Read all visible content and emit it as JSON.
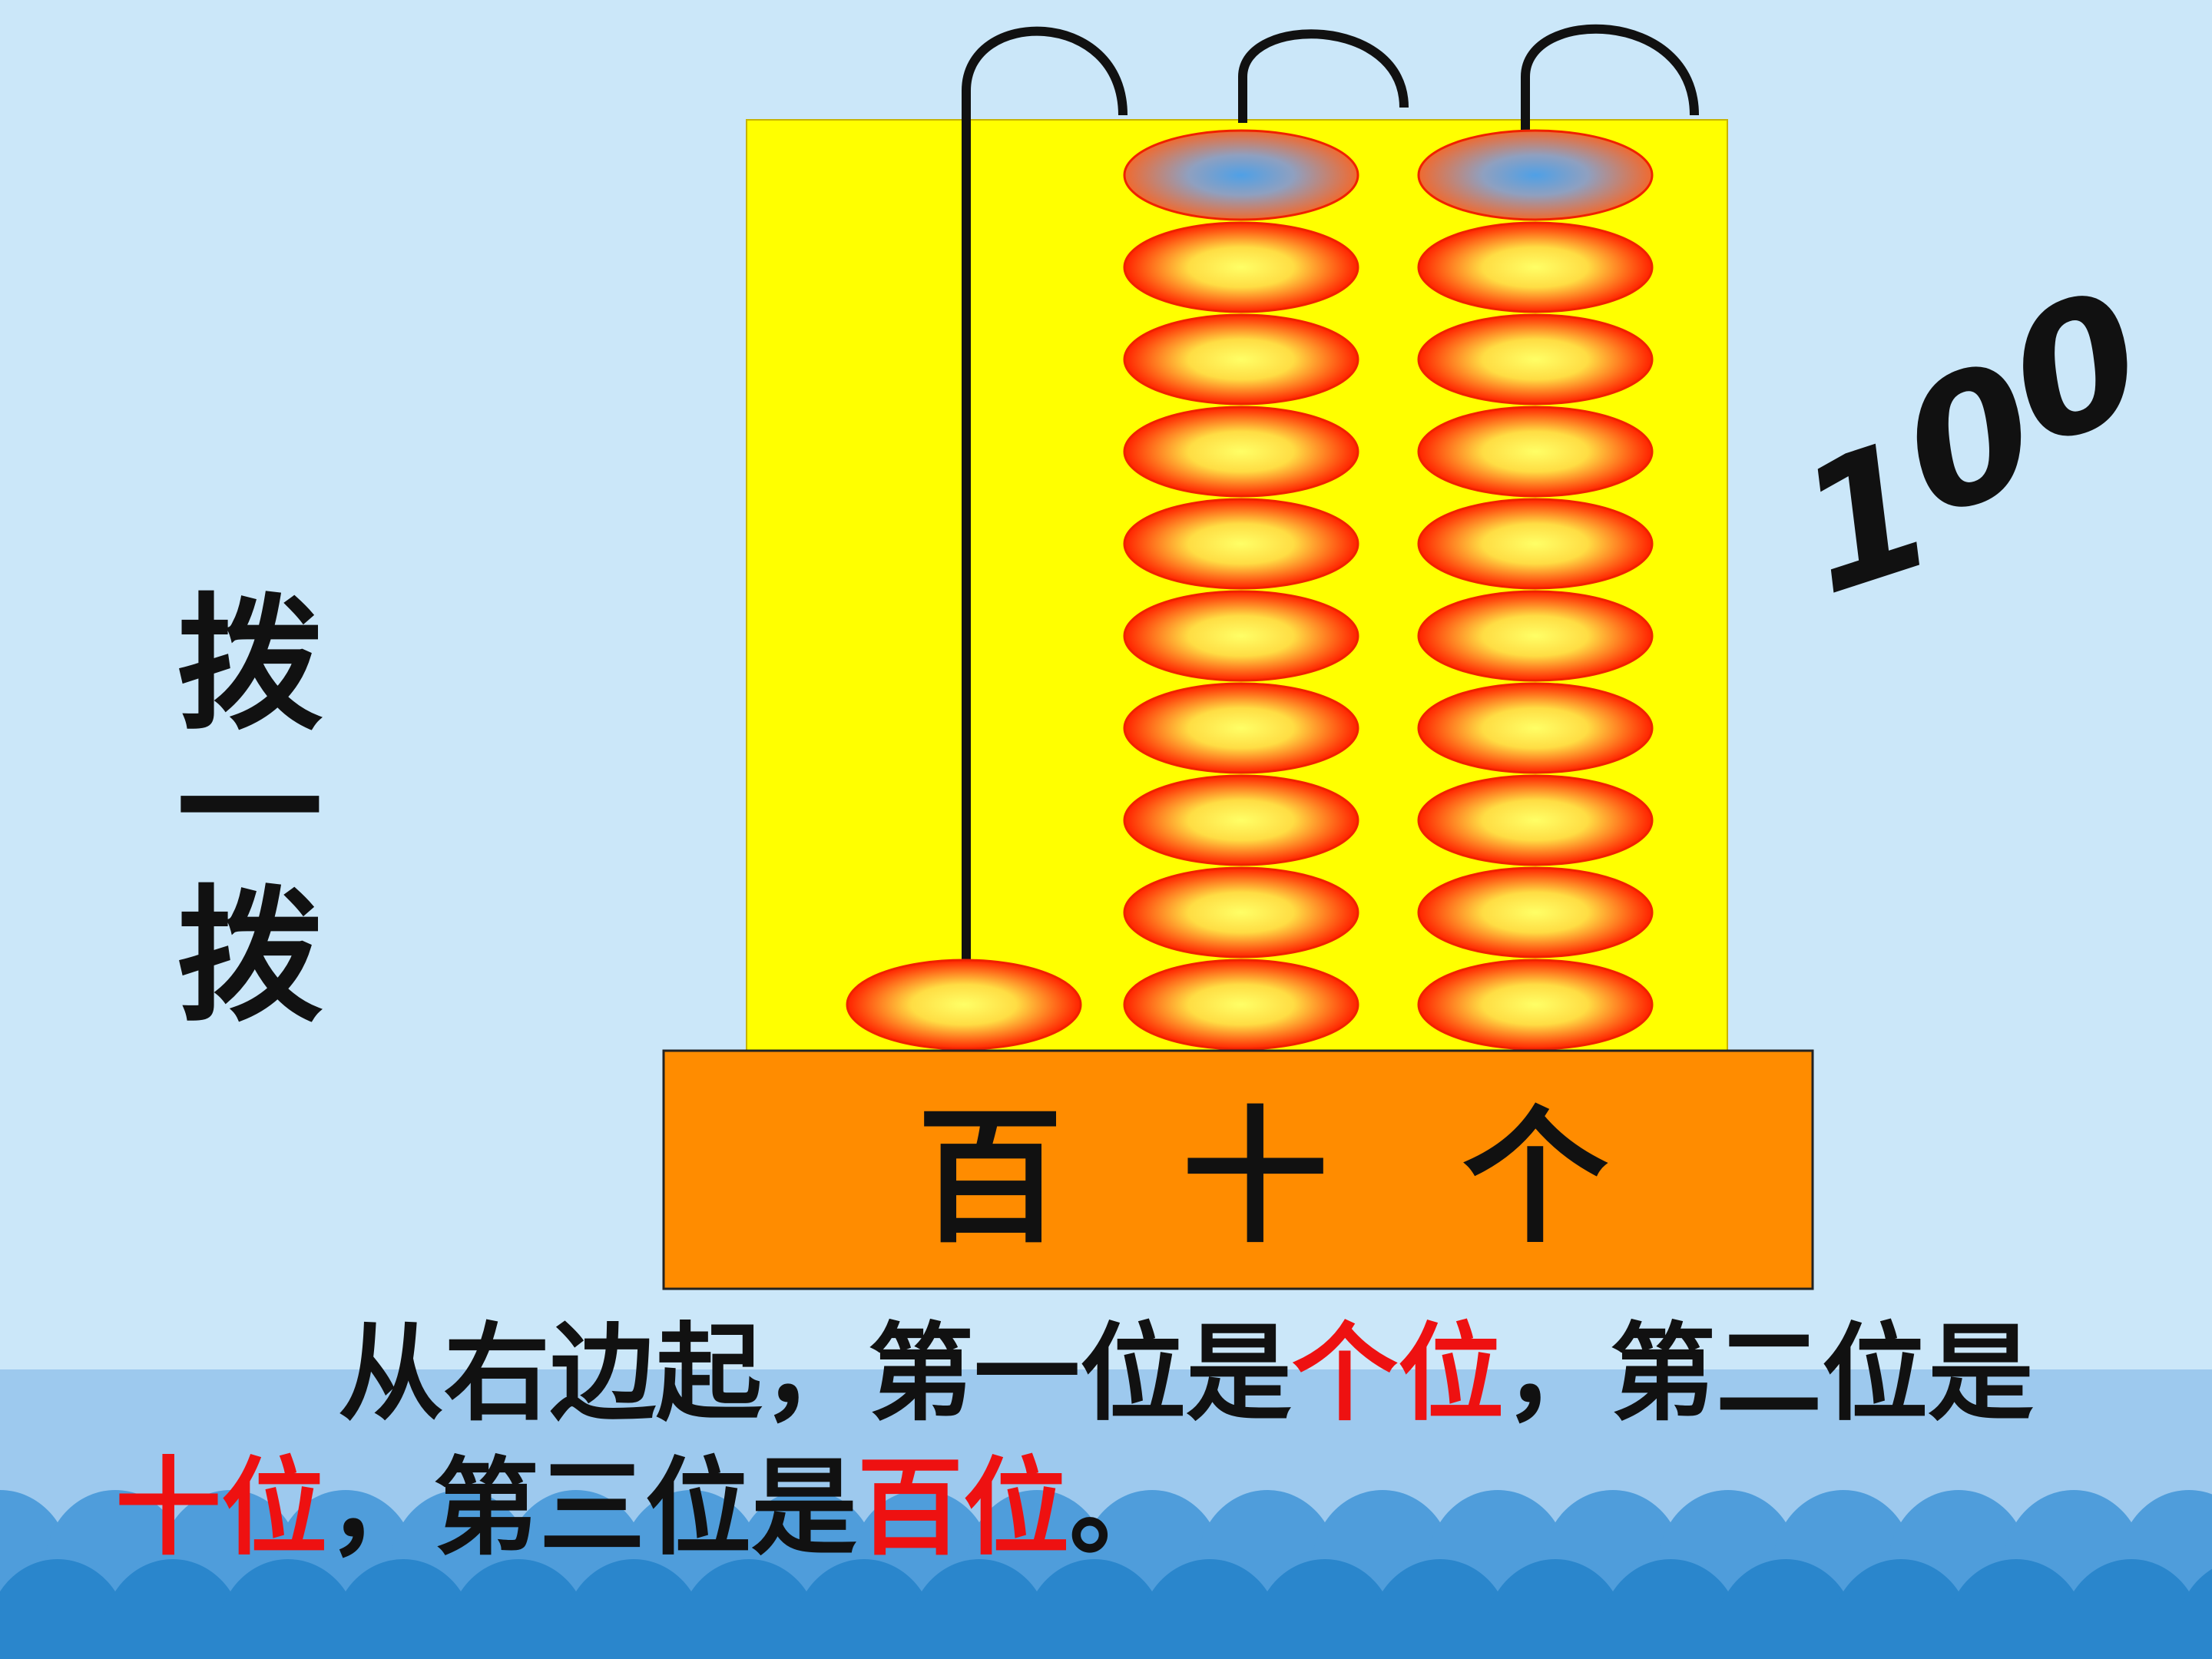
{
  "title": {
    "char1": "拨",
    "char2": "一",
    "char3": "拨"
  },
  "number": {
    "d1": "1",
    "d2": "0",
    "d3": "0"
  },
  "places": {
    "hundreds": "百",
    "tens": "十",
    "ones": "个"
  },
  "abacus": {
    "rods": [
      {
        "name": "hundreds",
        "beads": 1
      },
      {
        "name": "tens",
        "beads": 10
      },
      {
        "name": "ones",
        "beads": 10
      }
    ],
    "colors": {
      "board": "#ffff00",
      "base": "#ff8c00",
      "bead_center": "#ffff66",
      "bead_edge": "#ff2200",
      "moving_bead_center": "#4fa0e6"
    }
  },
  "caption": {
    "line1": {
      "p1": "从右边起，第一位是",
      "r1": "个位",
      "p2": "，第二位是"
    },
    "line2": {
      "r2": "十位",
      "p3": "，第三位是",
      "r3": "百位",
      "p4": "。"
    }
  },
  "colors": {
    "background": "#cbe7f9",
    "sea_light": "#9dc9ee",
    "sea_dark": "#2a86cc",
    "highlight": "#ee1111"
  }
}
